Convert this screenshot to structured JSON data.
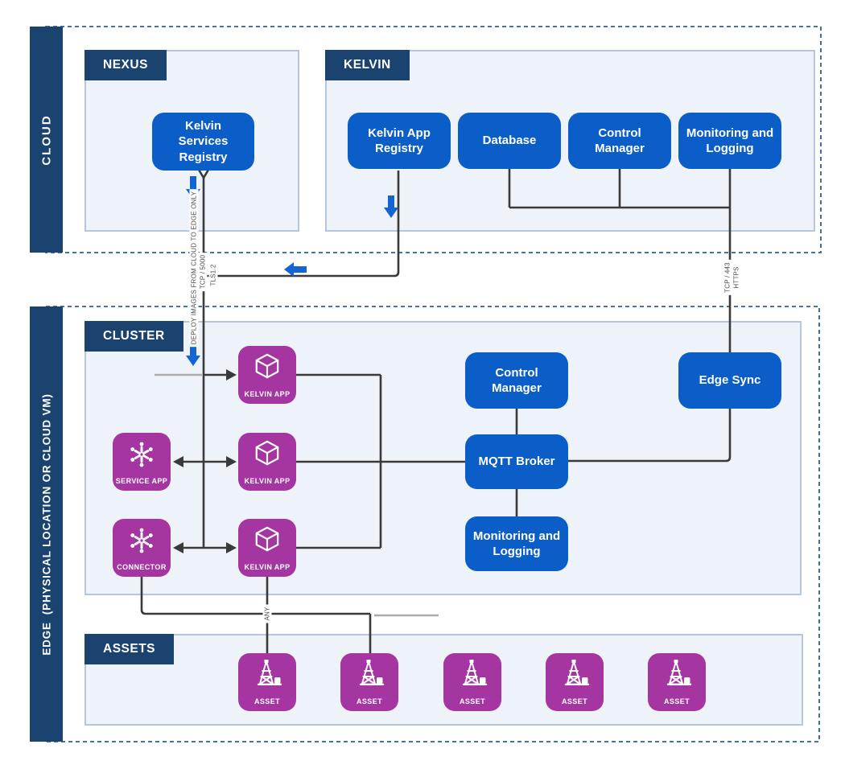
{
  "zones": {
    "cloud": {
      "label": "CLOUD"
    },
    "edge": {
      "label": "EDGE  (PHYSICAL LOCATION OR CLOUD VM)"
    }
  },
  "panels": {
    "nexus": {
      "title": "NEXUS"
    },
    "kelvin": {
      "title": "KELVIN"
    },
    "cluster": {
      "title": "CLUSTER"
    },
    "assets": {
      "title": "ASSETS"
    }
  },
  "nodes": {
    "kelvin_services_registry": "Kelvin Services Registry",
    "kelvin_app_registry": "Kelvin App Registry",
    "database": "Database",
    "control_manager_cloud": "Control Manager",
    "monitoring_logging_cloud": "Monitoring and Logging",
    "control_manager_edge": "Control Manager",
    "mqtt_broker": "MQTT Broker",
    "monitoring_logging_edge": "Monitoring and Logging",
    "edge_sync": "Edge Sync"
  },
  "icons": {
    "kelvin_app": "KELVIN APP",
    "service_app": "SERVICE APP",
    "connector": "CONNECTOR",
    "asset": "ASSET"
  },
  "connection_labels": {
    "deploy": "DEPLOY IMAGES FROM CLOUD TO EDGE ONLY",
    "tcp_5000": "TCP / 5000",
    "tls": "TLS1.2",
    "tcp_443": "TCP / 443",
    "https": "HTTPS",
    "any": "ANY"
  },
  "colors": {
    "node_blue": "#0b5ec8",
    "icon_purple": "#a535a0",
    "header_navy": "#1b4370",
    "arrow_blue": "#1464d2",
    "line_dark": "#3a3a3a",
    "line_gray": "#ababab",
    "panel_fill": "#eef2f9",
    "panel_border": "#b6c7dc",
    "dashed_border": "#2e5f96"
  }
}
